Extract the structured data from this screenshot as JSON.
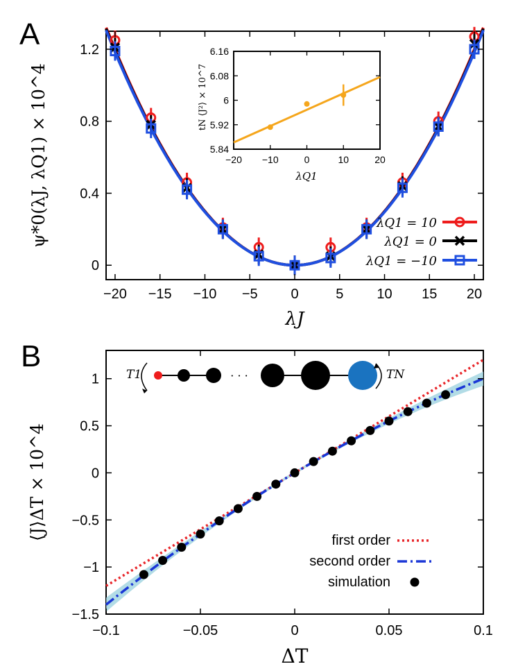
{
  "panel_labels": {
    "a": "A",
    "b": "B"
  },
  "colors": {
    "red": "#ee1c1c",
    "black": "#000000",
    "blue": "#1f4fe0",
    "orange": "#f5a61c",
    "dotted_red": "#e8262a",
    "dashdot_blue": "#1a36d6",
    "band": "#9fd3e0",
    "site_blue": "#1a73c0",
    "site_red": "#ee1c1c"
  },
  "chart_data": [
    {
      "type": "line",
      "panel": "A",
      "ylabel": "ψ*0(λJ, λQ1) × 10^4",
      "xlabel": "λJ",
      "xlim": [
        -21,
        21
      ],
      "ylim": [
        -0.08,
        1.3
      ],
      "xticks": [
        "−20",
        "−15",
        "−10",
        "−5",
        "0",
        "5",
        "10",
        "15",
        "20"
      ],
      "xtick_values": [
        -20,
        -15,
        -10,
        -5,
        0,
        5,
        10,
        15,
        20
      ],
      "yticks": [
        "0",
        "0.4",
        "0.8",
        "1.2"
      ],
      "ytick_values": [
        0,
        0.4,
        0.8,
        1.2
      ],
      "grid": false,
      "legend_position": "bottom-right",
      "series": [
        {
          "name": "λQ1 = 10",
          "color_key": "red",
          "marker": "circle",
          "curvature": 0.003,
          "x": [
            -20,
            -16,
            -12,
            -8,
            -4,
            0,
            4,
            8,
            12,
            16,
            20
          ],
          "y": [
            1.25,
            0.82,
            0.46,
            0.21,
            0.1,
            0.0,
            0.1,
            0.21,
            0.46,
            0.8,
            1.27
          ]
        },
        {
          "name": "λQ1 = 0",
          "color_key": "black",
          "marker": "cross",
          "curvature": 0.00298,
          "x": [
            -20,
            -16,
            -12,
            -8,
            -4,
            0,
            4,
            8,
            12,
            16,
            20
          ],
          "y": [
            1.21,
            0.78,
            0.43,
            0.2,
            0.06,
            0.0,
            0.05,
            0.2,
            0.44,
            0.77,
            1.23
          ]
        },
        {
          "name": "λQ1 = −10",
          "color_key": "blue",
          "marker": "square",
          "curvature": 0.00296,
          "x": [
            -20,
            -16,
            -12,
            -8,
            -4,
            0,
            4,
            8,
            12,
            16,
            20
          ],
          "y": [
            1.19,
            0.76,
            0.42,
            0.2,
            0.05,
            0.0,
            0.04,
            0.2,
            0.43,
            0.77,
            1.2
          ]
        }
      ]
    },
    {
      "type": "scatter",
      "panel": "A-inset",
      "ylabel": "tN ⟨J²⟩ × 10^7",
      "xlabel": "λQ1",
      "xlim": [
        -20,
        20
      ],
      "ylim": [
        5.84,
        6.16
      ],
      "xticks": [
        "−20",
        "−10",
        "0",
        "10",
        "20"
      ],
      "xtick_values": [
        -20,
        -10,
        0,
        10,
        20
      ],
      "yticks": [
        "5.84",
        "5.92",
        "6",
        "6.08",
        "6.16"
      ],
      "ytick_values": [
        5.84,
        5.92,
        6.0,
        6.08,
        6.16
      ],
      "points": {
        "x": [
          -10,
          0,
          10
        ],
        "y": [
          5.912,
          5.988,
          6.017
        ],
        "err": [
          0.008,
          0.005,
          0.035
        ]
      },
      "fit_line": {
        "x": [
          -20,
          20
        ],
        "y": [
          5.862,
          6.076
        ]
      }
    },
    {
      "type": "line",
      "panel": "B",
      "ylabel": "⟨J⟩ΔT × 10^4",
      "xlabel": "ΔT",
      "xlim": [
        -0.1,
        0.1
      ],
      "ylim": [
        -1.5,
        1.3
      ],
      "xticks": [
        "−0.1",
        "−0.05",
        "0",
        "0.05",
        "0.1"
      ],
      "xtick_values": [
        -0.1,
        -0.05,
        0,
        0.05,
        0.1
      ],
      "yticks": [
        "−1.5",
        "−1",
        "−0.5",
        "0",
        "0.5",
        "1"
      ],
      "ytick_values": [
        -1.5,
        -1,
        -0.5,
        0,
        0.5,
        1
      ],
      "grid": false,
      "legend_position": "bottom-right",
      "series": [
        {
          "name": "first order",
          "style": "dotted",
          "x": [
            -0.1,
            0.1
          ],
          "y": [
            -1.2,
            1.2
          ]
        },
        {
          "name": "second order",
          "style": "dash-dot",
          "slope": 12,
          "quad": -20
        },
        {
          "name": "simulation",
          "style": "points",
          "x": [
            -0.08,
            -0.07,
            -0.06,
            -0.05,
            -0.04,
            -0.03,
            -0.02,
            -0.01,
            0.0,
            0.01,
            0.02,
            0.03,
            0.04,
            0.05,
            0.06,
            0.07,
            0.08
          ],
          "y": [
            -1.08,
            -0.93,
            -0.79,
            -0.65,
            -0.51,
            -0.38,
            -0.25,
            -0.12,
            0.0,
            0.12,
            0.23,
            0.34,
            0.45,
            0.55,
            0.65,
            0.74,
            0.83
          ]
        }
      ],
      "diagram": {
        "left_bath": "T1",
        "right_bath": "TN",
        "ellipsis": "· · ·"
      }
    }
  ]
}
